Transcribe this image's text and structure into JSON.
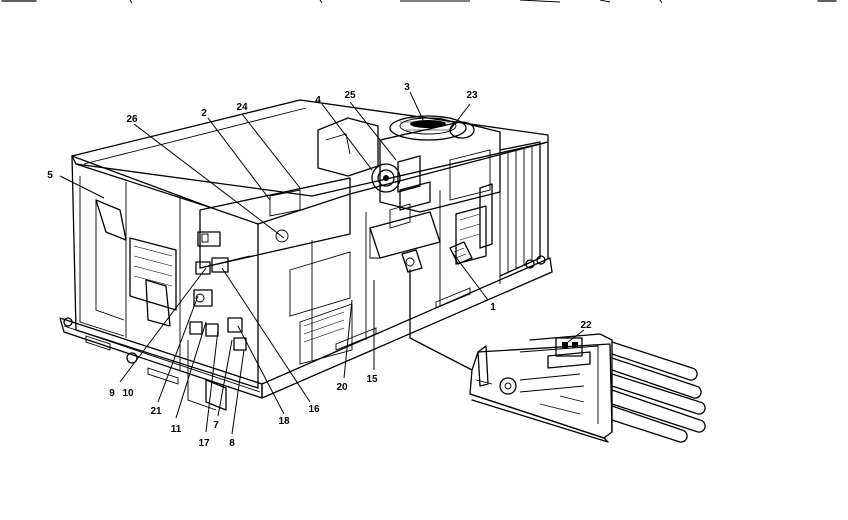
{
  "diagram": {
    "callouts": [
      "1",
      "2",
      "3",
      "4",
      "5",
      "7",
      "8",
      "9",
      "10",
      "11",
      "15",
      "16",
      "17",
      "18",
      "20",
      "21",
      "22",
      "23",
      "24",
      "25",
      "26"
    ],
    "accent_color": "#000000"
  }
}
